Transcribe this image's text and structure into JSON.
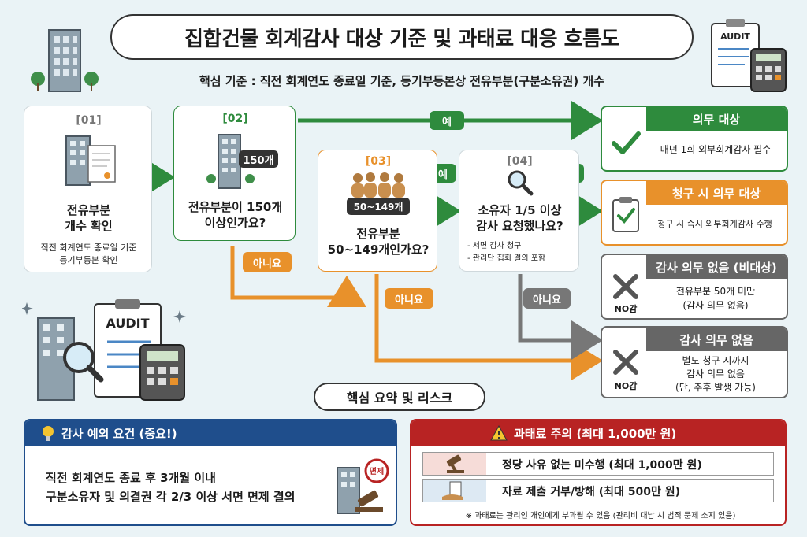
{
  "title": "집합건물 회계감사 대상 기준 및 과태료 대응 흐름도",
  "subtitle": "핵심 기준 : 직전 회계연도 종료일 기준, 등기부등본상 전유부분(구분소유권) 개수",
  "steps": [
    {
      "num": "[01]",
      "title_line1": "전유부분",
      "title_line2": "개수 확인",
      "note_line1": "직전 회계연도 종료일 기준",
      "note_line2": "등기부등본 확인"
    },
    {
      "num": "[02]",
      "badge": "150개",
      "q_line1": "전유부분이 150개",
      "q_line2": "이상인가요?"
    },
    {
      "num": "[03]",
      "badge": "50~149개",
      "q_line1": "전유부분",
      "q_line2": "50~149개인가요?"
    },
    {
      "num": "[04]",
      "q_line1": "소유자 1/5 이상",
      "q_line2": "감사 요청했나요?",
      "bullet1": "- 서면 감사 청구",
      "bullet2": "- 관리단 집회 결의 포함"
    }
  ],
  "labels": {
    "yes": "예",
    "no": "아니요"
  },
  "results": [
    {
      "head": "의무 대상",
      "body": "매년 1회 외부회계감사 필수",
      "color": "#2e8b3d"
    },
    {
      "head": "청구 시 의무 대상",
      "body": "청구 시 즉시 외부회계감사 수행",
      "color": "#e8912b"
    },
    {
      "head": "감사 의무 없음 (비대상)",
      "body_line1": "전유부분 50개 미만",
      "body_line2": "(감사 의무 없음)",
      "tag": "NO감",
      "color": "#666666"
    },
    {
      "head": "감사 의무 없음",
      "body_line1": "별도 청구 시까지",
      "body_line2": "감사 의무 없음",
      "body_line3": "(단, 추후 발생 가능)",
      "tag": "NO감",
      "color": "#666666"
    }
  ],
  "icons": {
    "audit_doc": "AUDIT",
    "stamp": "면제"
  },
  "summary_title": "핵심 요약 및 리스크",
  "exception": {
    "head": "감사 예외 요건 (중요!)",
    "line1": "직전 회계연도 종료 후 3개월 이내",
    "line2": "구분소유자 및 의결권 각 2/3 이상 서면 면제 결의",
    "color": "#1f4e8c"
  },
  "penalty": {
    "head": "과태료 주의 (최대 1,000만 원)",
    "rows": [
      "정당 사유 없는 미수행 (최대 1,000만 원)",
      "자료 제출 거부/방해 (최대 500만 원)"
    ],
    "note": "※ 과태료는 관리인 개인에게 부과될 수 있음 (관리비 대납 시 법적 문제 소지 있음)",
    "color": "#b82323"
  }
}
